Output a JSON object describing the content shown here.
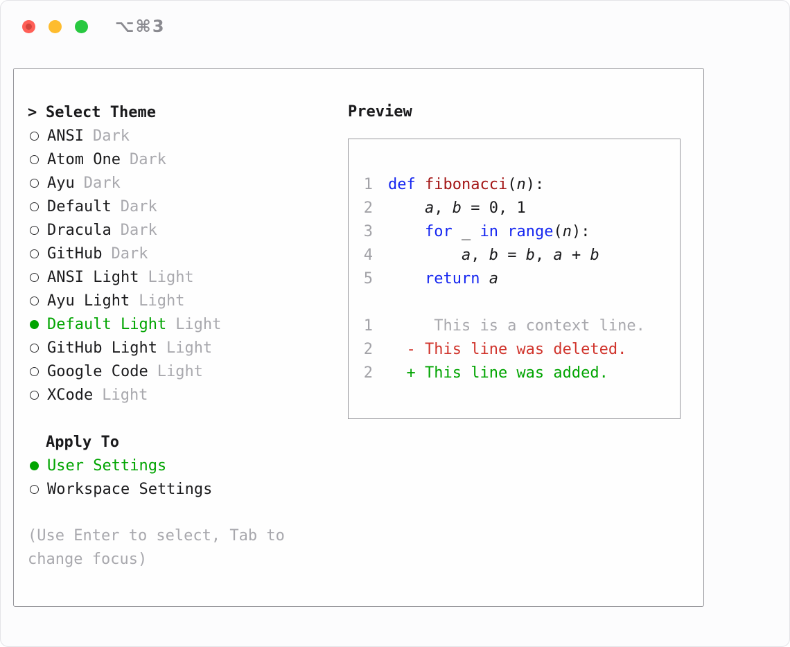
{
  "colors": {
    "green": "#00a400",
    "red": "#d0342c",
    "blue": "#1526f0",
    "maroon": "#a31515"
  },
  "window": {
    "shortcut_label": "⌥⌘3"
  },
  "theme_panel": {
    "cursor": ">",
    "title": "Select Theme",
    "items": [
      {
        "name": "ANSI",
        "variant": "Dark",
        "selected": false
      },
      {
        "name": "Atom One",
        "variant": "Dark",
        "selected": false
      },
      {
        "name": "Ayu",
        "variant": "Dark",
        "selected": false
      },
      {
        "name": "Default",
        "variant": "Dark",
        "selected": false
      },
      {
        "name": "Dracula",
        "variant": "Dark",
        "selected": false
      },
      {
        "name": "GitHub",
        "variant": "Dark",
        "selected": false
      },
      {
        "name": "ANSI Light",
        "variant": "Light",
        "selected": false
      },
      {
        "name": "Ayu Light",
        "variant": "Light",
        "selected": false
      },
      {
        "name": "Default Light",
        "variant": "Light",
        "selected": true
      },
      {
        "name": "GitHub Light",
        "variant": "Light",
        "selected": false
      },
      {
        "name": "Google Code",
        "variant": "Light",
        "selected": false
      },
      {
        "name": "XCode",
        "variant": "Light",
        "selected": false
      }
    ],
    "apply_to": {
      "title": "Apply To",
      "options": [
        {
          "label": "User Settings",
          "selected": true
        },
        {
          "label": "Workspace Settings",
          "selected": false
        }
      ]
    },
    "hint": "(Use Enter to select, Tab to change focus)"
  },
  "preview": {
    "title": "Preview",
    "code_lines": [
      {
        "num": "1",
        "tokens": [
          {
            "text": "def ",
            "style": "keyword"
          },
          {
            "text": "fibonacci",
            "style": "function"
          },
          {
            "text": "(",
            "style": "plain"
          },
          {
            "text": "n",
            "style": "variable"
          },
          {
            "text": "):",
            "style": "plain"
          }
        ]
      },
      {
        "num": "2",
        "tokens": [
          {
            "text": "    ",
            "style": "plain"
          },
          {
            "text": "a",
            "style": "variable"
          },
          {
            "text": ", ",
            "style": "plain"
          },
          {
            "text": "b",
            "style": "variable"
          },
          {
            "text": " = 0, 1",
            "style": "plain"
          }
        ]
      },
      {
        "num": "3",
        "tokens": [
          {
            "text": "    ",
            "style": "plain"
          },
          {
            "text": "for",
            "style": "keyword"
          },
          {
            "text": " ",
            "style": "plain"
          },
          {
            "text": "_",
            "style": "variable"
          },
          {
            "text": " ",
            "style": "plain"
          },
          {
            "text": "in",
            "style": "keyword"
          },
          {
            "text": " ",
            "style": "plain"
          },
          {
            "text": "range",
            "style": "keyword"
          },
          {
            "text": "(",
            "style": "plain"
          },
          {
            "text": "n",
            "style": "variable"
          },
          {
            "text": "):",
            "style": "plain"
          }
        ]
      },
      {
        "num": "4",
        "tokens": [
          {
            "text": "        ",
            "style": "plain"
          },
          {
            "text": "a",
            "style": "variable"
          },
          {
            "text": ", ",
            "style": "plain"
          },
          {
            "text": "b",
            "style": "variable"
          },
          {
            "text": " = ",
            "style": "plain"
          },
          {
            "text": "b",
            "style": "variable"
          },
          {
            "text": ", ",
            "style": "plain"
          },
          {
            "text": "a",
            "style": "variable"
          },
          {
            "text": " + ",
            "style": "plain"
          },
          {
            "text": "b",
            "style": "variable"
          }
        ]
      },
      {
        "num": "5",
        "tokens": [
          {
            "text": "    ",
            "style": "plain"
          },
          {
            "text": "return",
            "style": "keyword"
          },
          {
            "text": " ",
            "style": "plain"
          },
          {
            "text": "a",
            "style": "variable"
          }
        ]
      }
    ],
    "diff_lines": [
      {
        "num": "1",
        "content": "     This is a context line.",
        "type": "context"
      },
      {
        "num": "2",
        "content": "  - This line was deleted.",
        "type": "deleted"
      },
      {
        "num": "2",
        "content": "  + This line was added.",
        "type": "added"
      }
    ]
  }
}
